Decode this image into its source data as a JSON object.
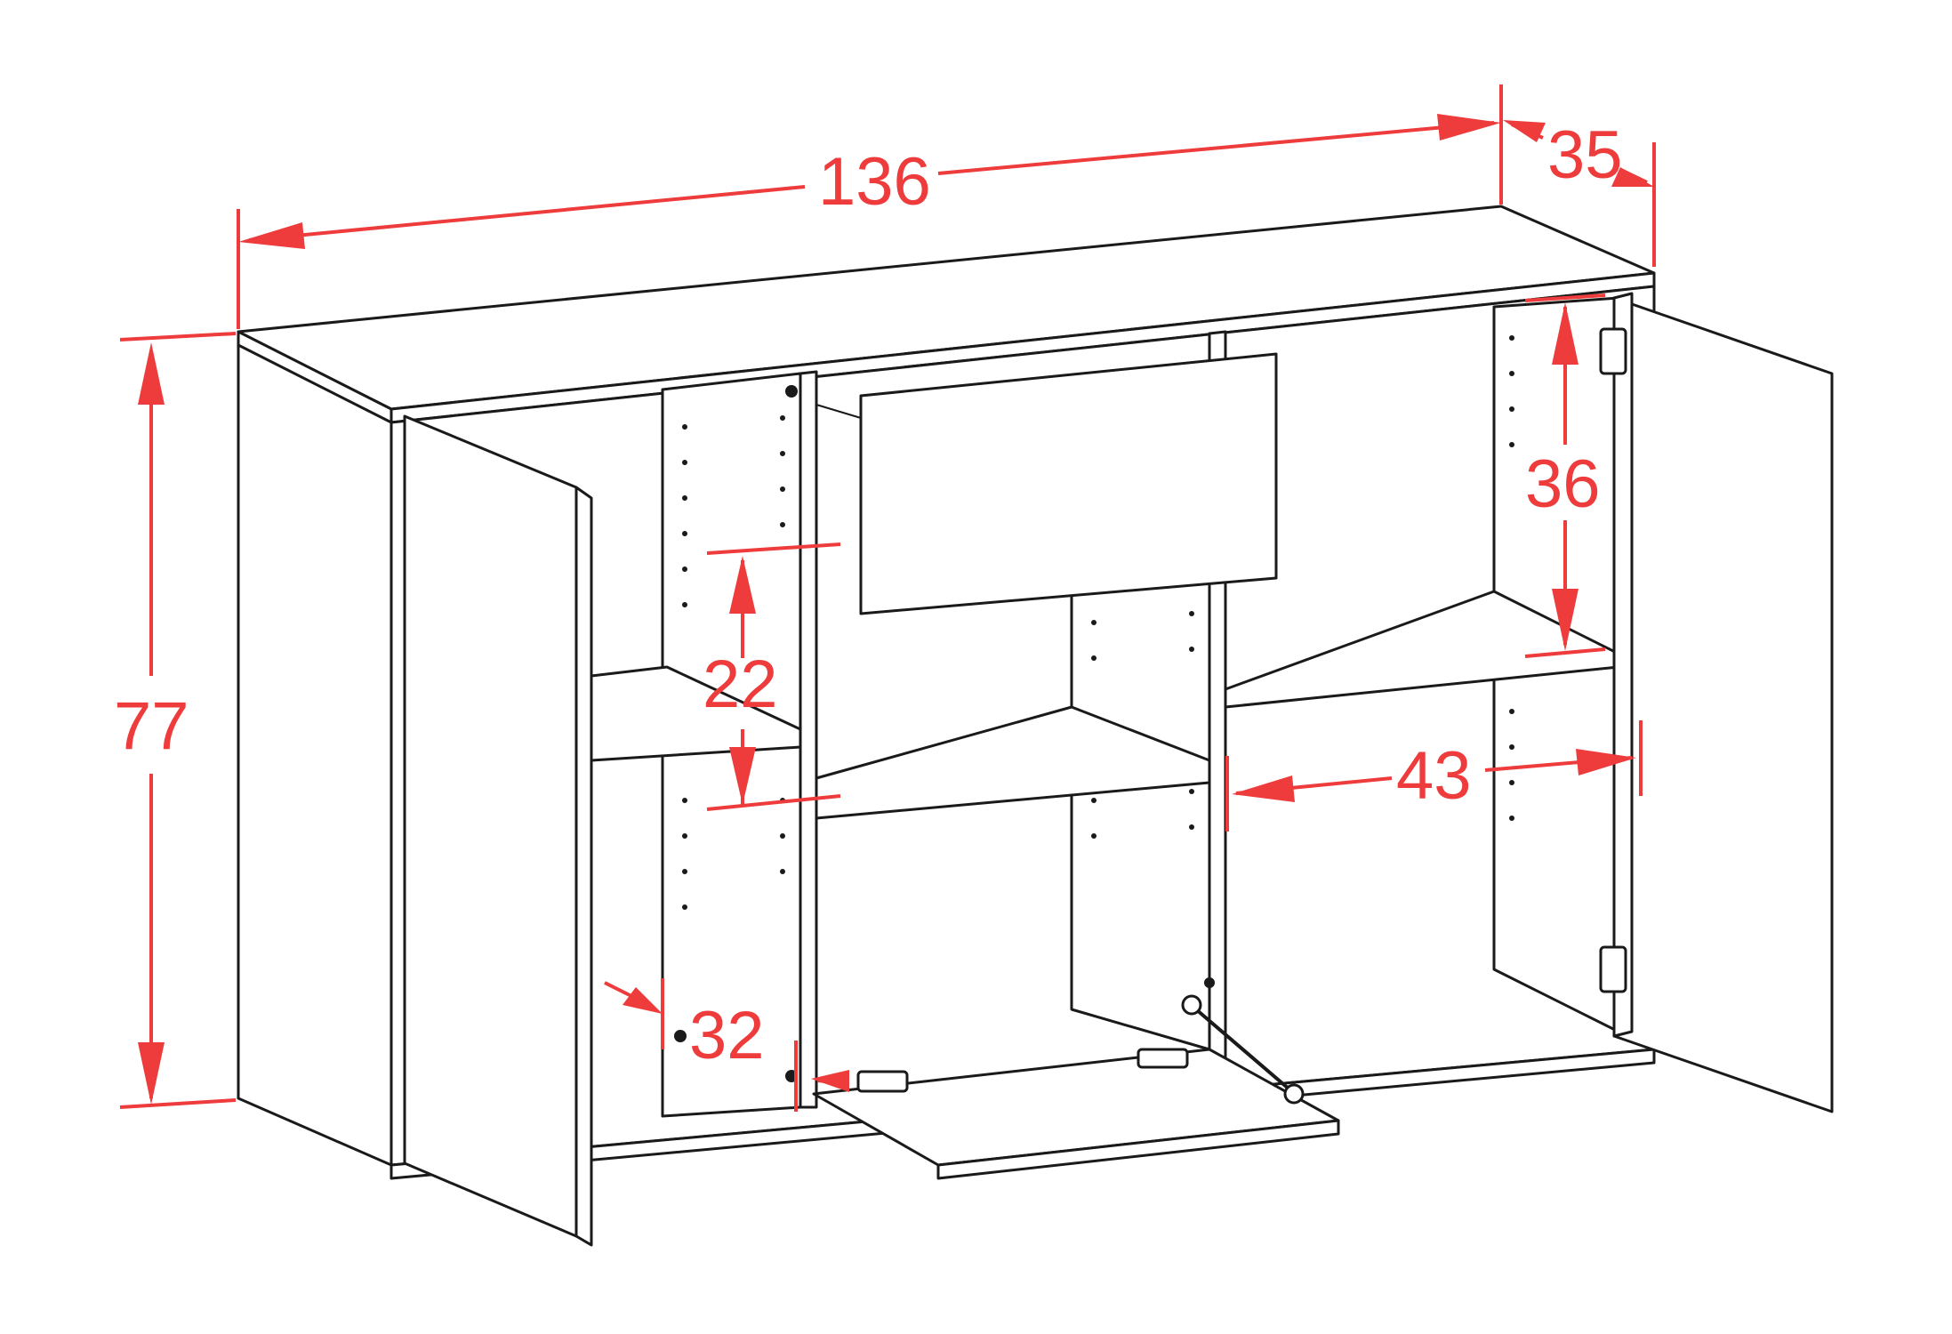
{
  "dimensions": {
    "width": "136",
    "depth": "35",
    "height": "77",
    "drawer_gap": "22",
    "compartment_height_right": "36",
    "door_width_right": "43",
    "flap_offset": "32"
  },
  "colors": {
    "dimension": "#ee3b3b",
    "outline": "#1a1a1a",
    "background": "#ffffff"
  }
}
